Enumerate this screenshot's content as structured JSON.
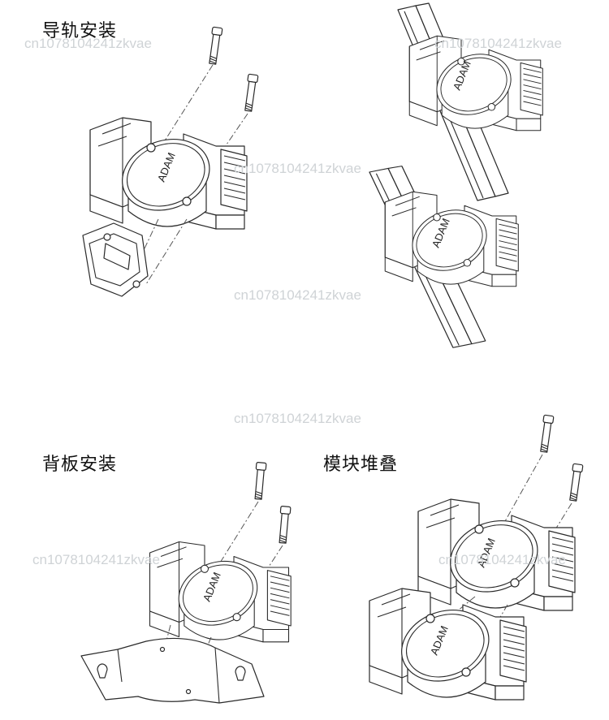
{
  "titles": {
    "rail_mount": "导轨安装",
    "panel_mount": "背板安装",
    "module_stack": "模块堆叠"
  },
  "module_label": "ADAM",
  "watermark": "cn1078104241zkvae",
  "colors": {
    "line": "#2a2a2a",
    "watermark": "#cfd3d6",
    "background": "#ffffff"
  }
}
